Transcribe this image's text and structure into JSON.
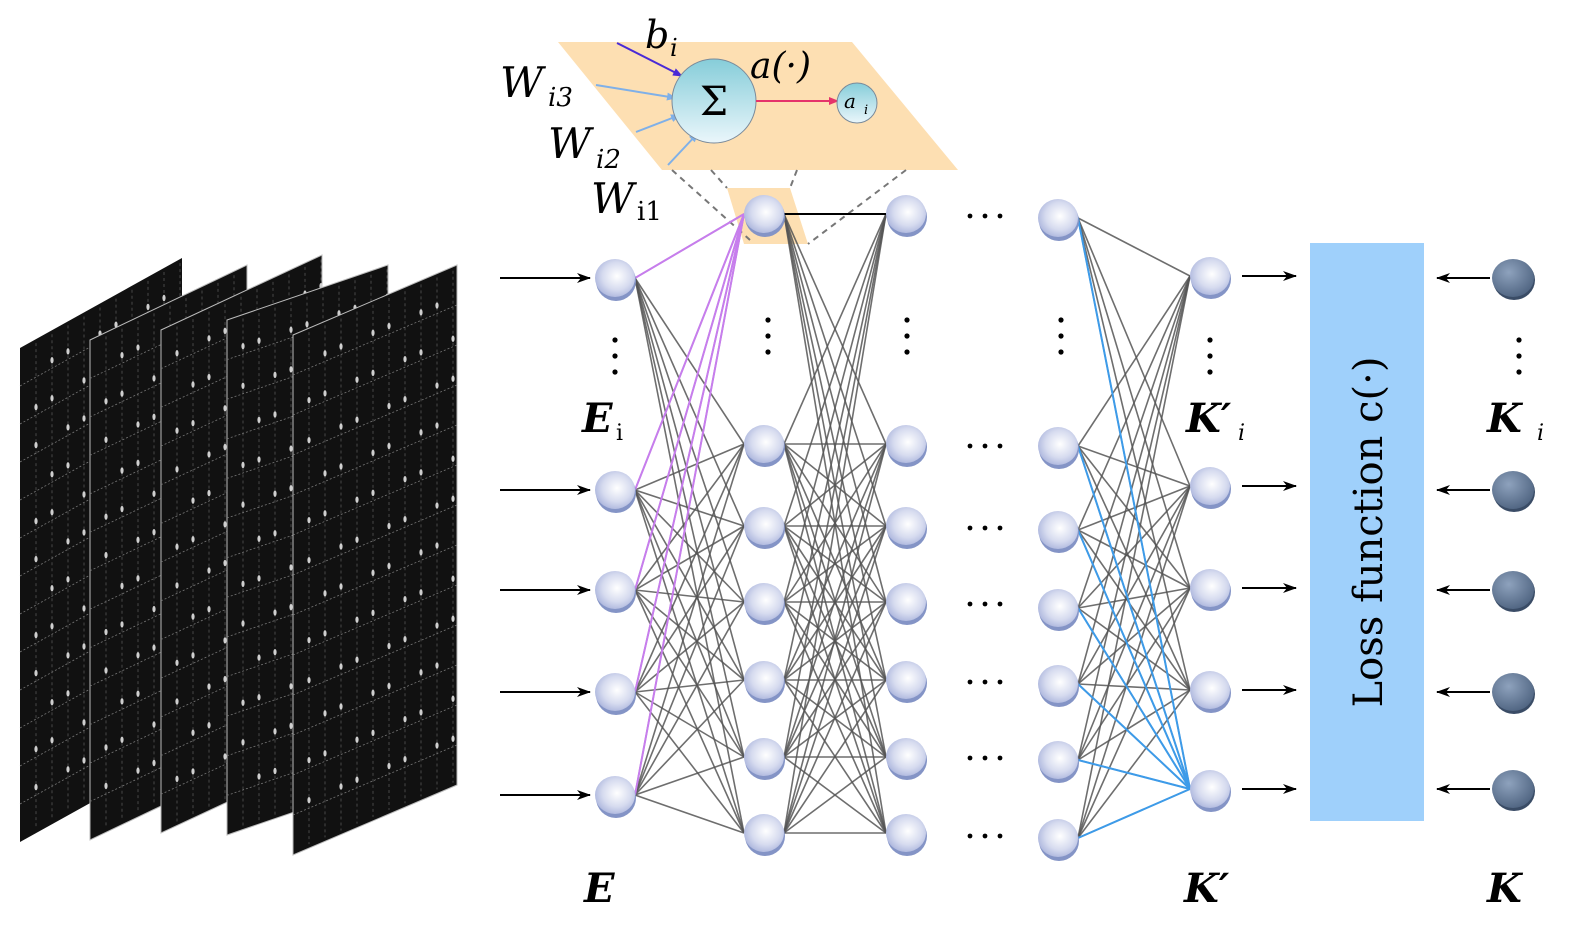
{
  "figure": {
    "title": "Neural network mapping input E to output K' compared with target K by a loss function",
    "input_stack": {
      "label": "input-image-stack",
      "num_frames": 5
    },
    "neuron_detail": {
      "bias_label": "b",
      "bias_sub": "i",
      "weights": [
        {
          "main": "W",
          "sub": "i3"
        },
        {
          "main": "W",
          "sub": "i2"
        },
        {
          "main": "W",
          "sub": "i1"
        }
      ],
      "sum_symbol": "Σ",
      "activation_label": "a(·)",
      "output_label": "a",
      "output_sub": "i"
    },
    "network": {
      "input_label": "E",
      "input_i_label": "E",
      "input_i_sub": "i",
      "output_label": "K′",
      "output_i_label": "K′",
      "output_i_sub": "i",
      "target_label": "K",
      "target_i_label": "K",
      "target_i_sub": "i",
      "ellipsis_h": "⋯",
      "ellipsis_v": "⋮"
    },
    "loss": {
      "label": "Loss function c(·)"
    },
    "colors": {
      "node_fill": "#c9d0ea",
      "edge": "#555555",
      "edge_highlight_input": "#c77ded",
      "edge_highlight_output": "#3d9be9",
      "plane": "#fddfb2",
      "loss_box": "#9fd0fb",
      "target_node": "#6a7f9b",
      "sum_node": "#8fd0dc",
      "bias_arrow": "#4a2ad6",
      "weight_arrow": "#7fb0e8",
      "activation_arrow": "#e5336b"
    }
  }
}
